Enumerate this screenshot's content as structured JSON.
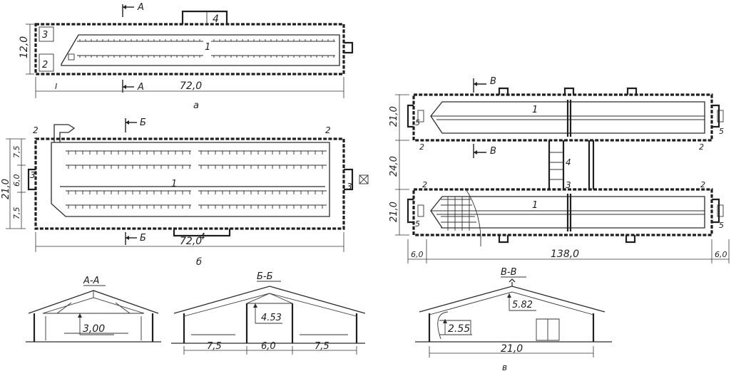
{
  "plan_a": {
    "caption": "а",
    "section_mark": "А",
    "width_dim": "12,0",
    "length_dim": "72,0",
    "labels": {
      "main": "1",
      "entrance": "4",
      "room_3": "3",
      "room_2": "2",
      "tick": "I"
    }
  },
  "plan_b": {
    "caption": "б",
    "section_mark": "Б",
    "length_dim": "72,0",
    "width_dims": {
      "total": "21,0",
      "top": "7,5",
      "mid": "6,0",
      "bottom": "7,5"
    },
    "labels": {
      "main": "1",
      "corner_left": "2",
      "corner_right": "2",
      "side_left": "3",
      "side_right": "3",
      "entrance": "4"
    }
  },
  "plan_v": {
    "section_mark": "В",
    "top_width_dim": "21,0",
    "gap_dim": "24,0",
    "bottom_width_dim": "21,0",
    "length_dim": "138,0",
    "end_dim_left": "6,0",
    "end_dim_right": "6,0",
    "labels": {
      "top_main": "1",
      "bottom_main": "1",
      "corner": "2",
      "end": "5",
      "link_4": "4",
      "link_3": "3"
    }
  },
  "sections": {
    "aa": {
      "title": "А-А",
      "height": "3,00"
    },
    "bb": {
      "title": "Б-Б",
      "height": "4.53",
      "spans": [
        "7,5",
        "6,0",
        "7,5"
      ]
    },
    "vv": {
      "title": "В-В",
      "height_inner": "2.55",
      "height_ridge": "5.82",
      "span": "21,0",
      "caption": "в"
    }
  }
}
